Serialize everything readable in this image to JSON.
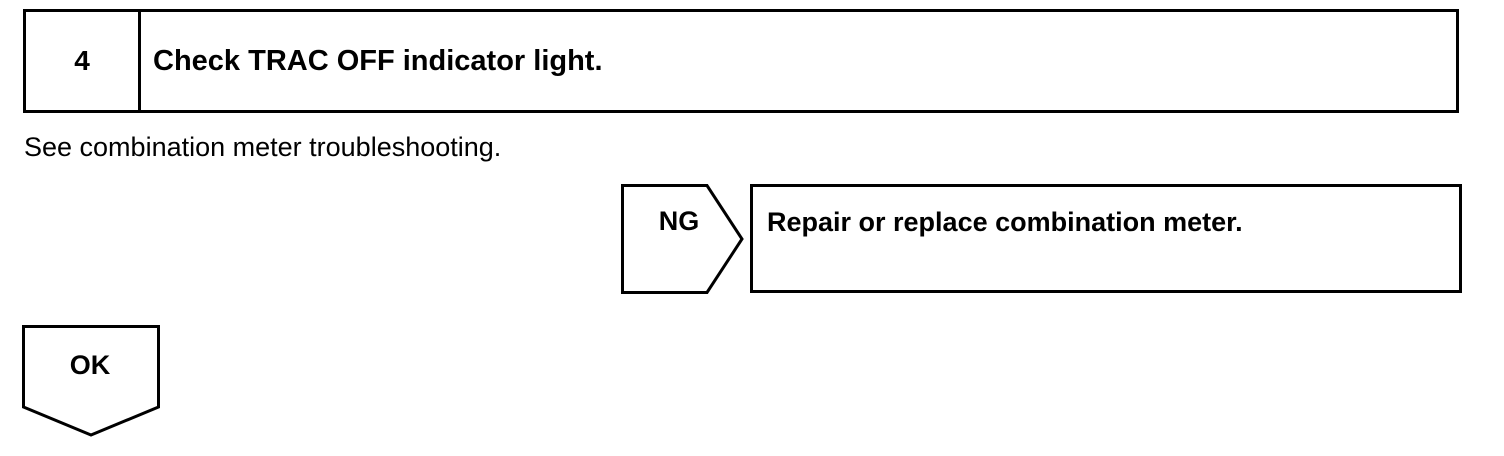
{
  "step": {
    "number": "4",
    "title": "Check TRAC OFF indicator light."
  },
  "instruction": "See combination meter troubleshooting.",
  "ng": {
    "label": "NG",
    "action": "Repair or replace combination meter."
  },
  "ok": {
    "label": "OK"
  }
}
